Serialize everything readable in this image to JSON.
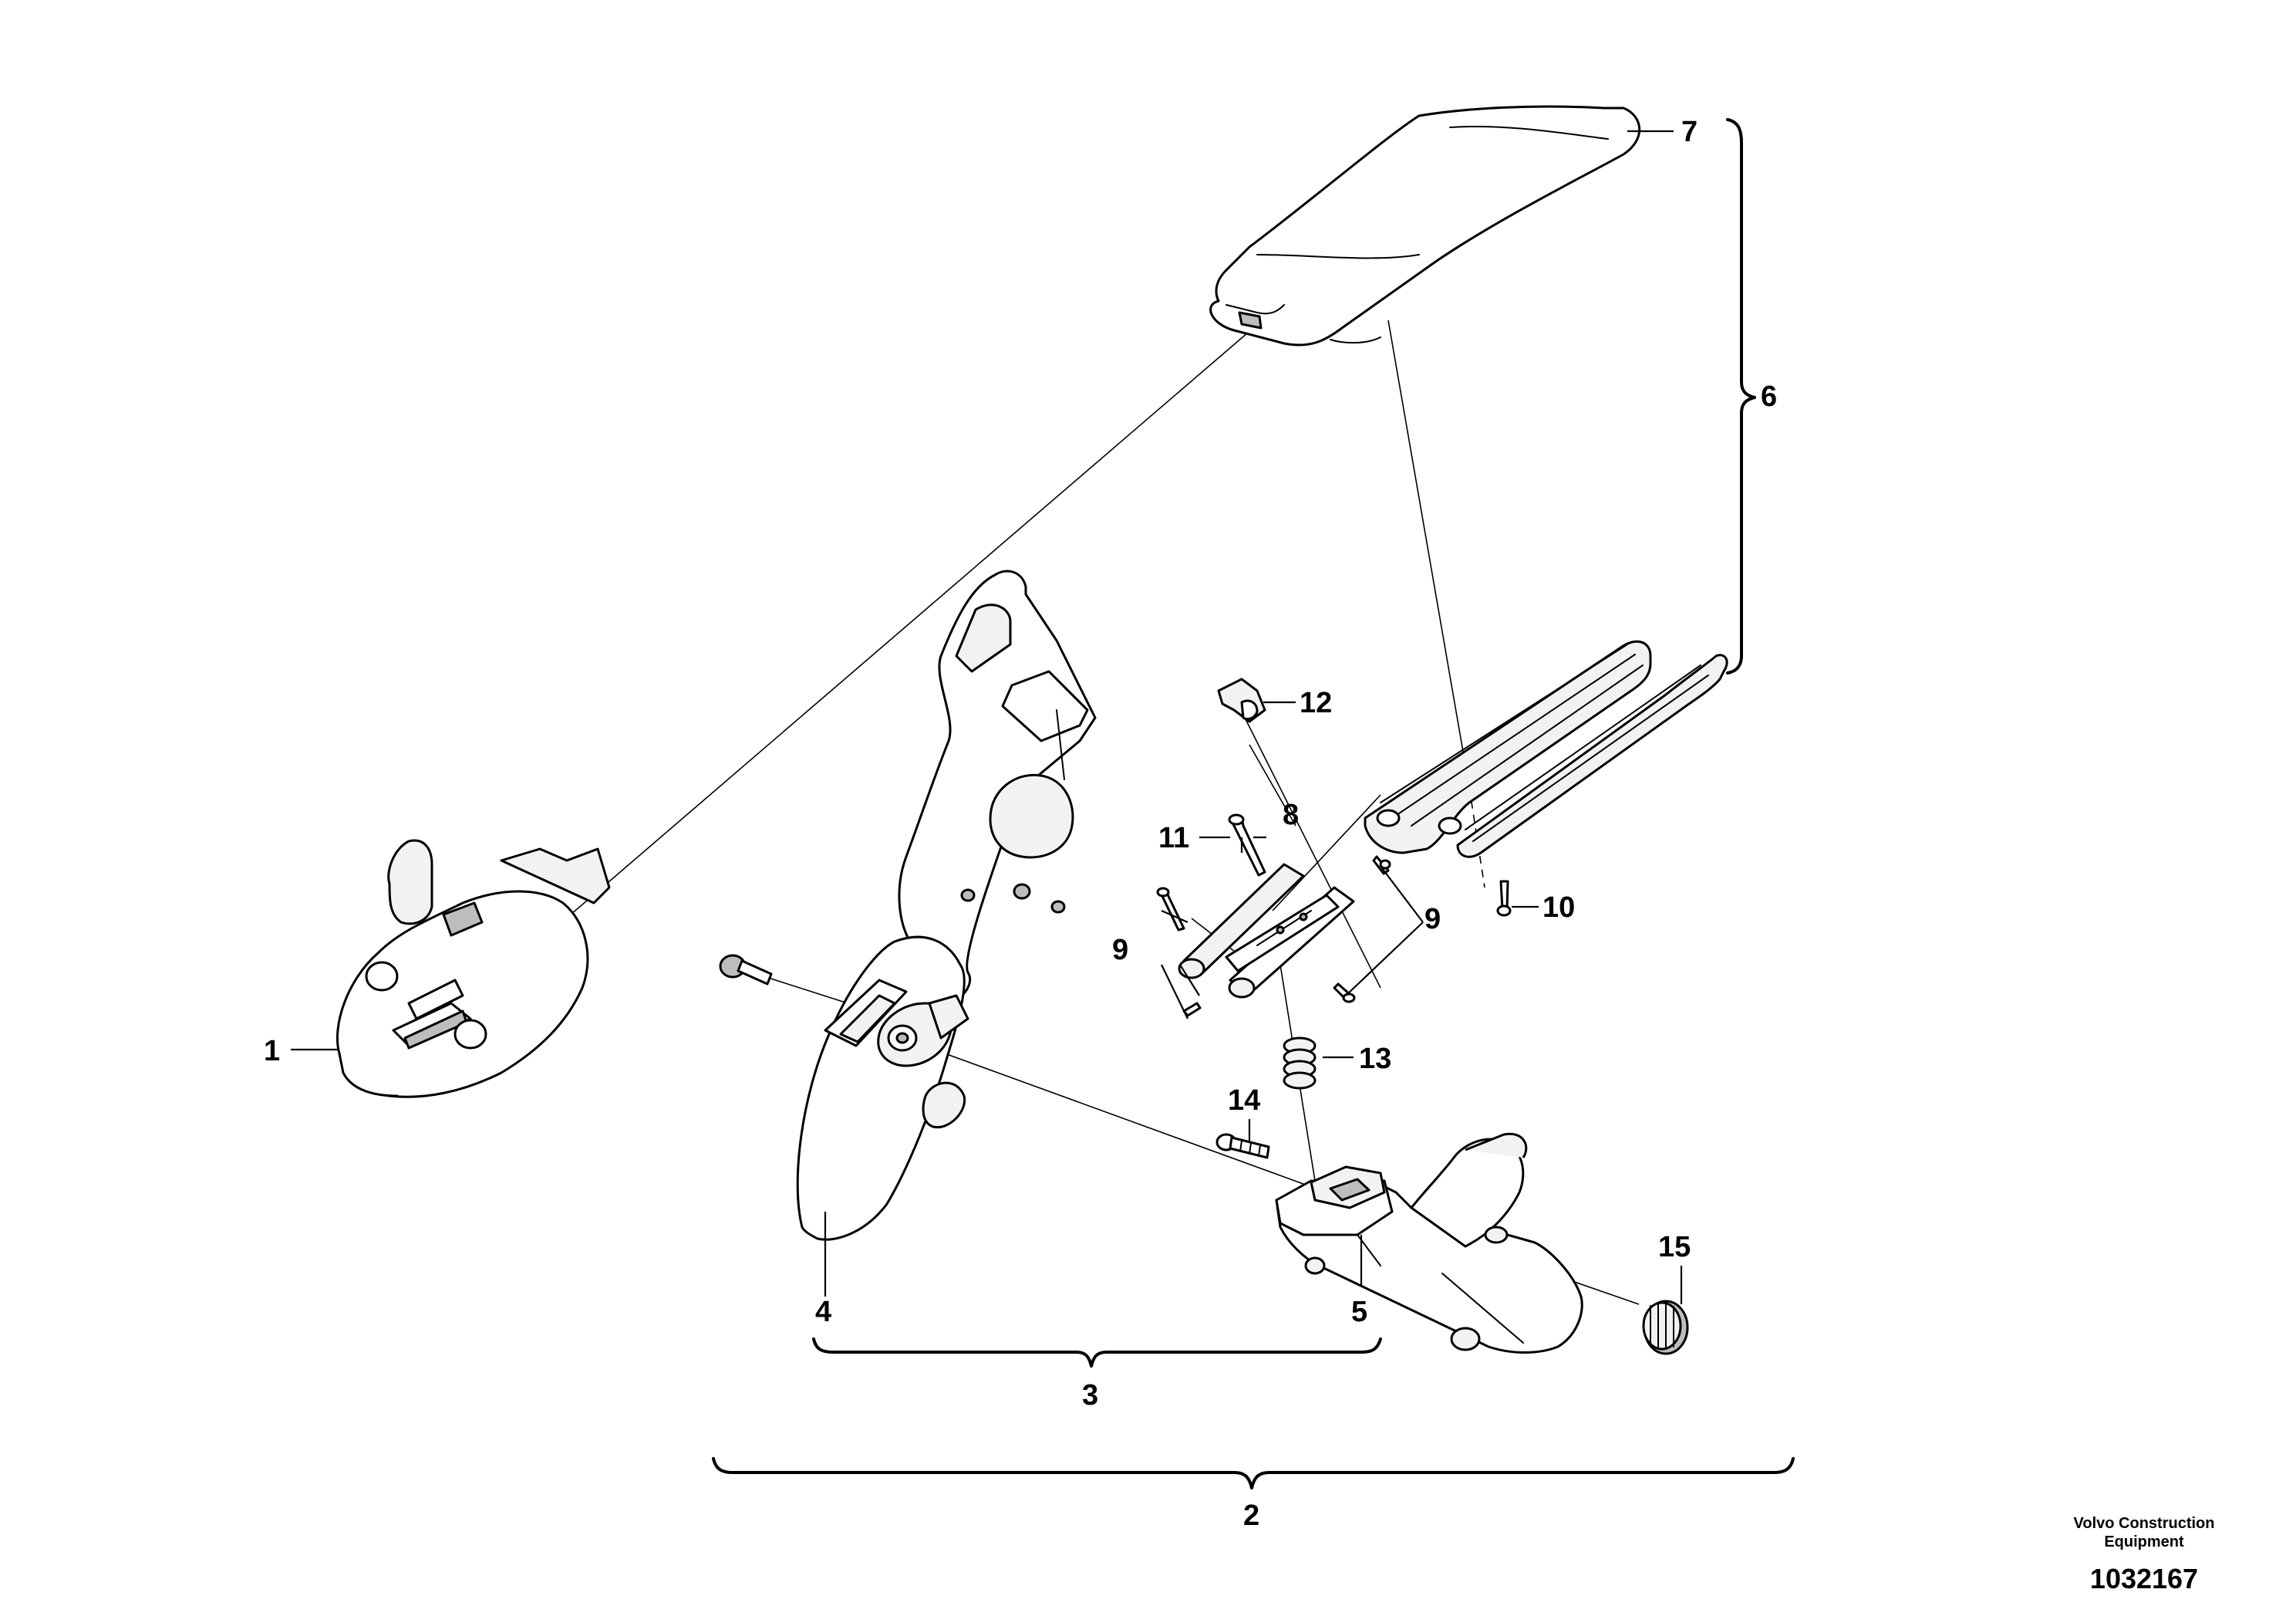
{
  "callouts": {
    "c1": "1",
    "c2": "2",
    "c3": "3",
    "c4": "4",
    "c5": "5",
    "c6": "6",
    "c7": "7",
    "c8": "8",
    "c9a": "9",
    "c9b": "9",
    "c10": "10",
    "c11": "11",
    "c12": "12",
    "c13": "13",
    "c14": "14",
    "c15": "15"
  },
  "footer": {
    "brand_line1": "Volvo Construction",
    "brand_line2": "Equipment",
    "document_number": "1032167"
  }
}
